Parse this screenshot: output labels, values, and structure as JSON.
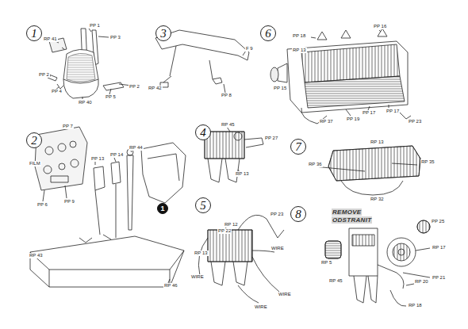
{
  "diagram": {
    "nodes": [
      {
        "text": [
          "1"
        ]
      },
      {
        "text": [
          "3"
        ]
      },
      {
        "text": [
          "6"
        ]
      },
      {
        "text": [
          "2"
        ]
      },
      {
        "text": [
          "4"
        ]
      },
      {
        "text": [
          "7"
        ]
      },
      {
        "text": [
          "5"
        ]
      },
      {
        "text": [
          "8"
        ]
      },
      {
        "text": [
          "1"
        ]
      }
    ],
    "labels": [
      "RP 41",
      "PP 1",
      "PP 3",
      "PP 2",
      "PP 4",
      "RP 40",
      "PP 5",
      "PP 2",
      "PP 7",
      "FILM",
      "PP 6",
      "PP 9",
      "PP 13",
      "PP 14",
      "RP 44",
      "RP 43",
      "RP 46",
      "F 9",
      "RP 42",
      "PP 8",
      "RP 45",
      "PP 27",
      "RP 13",
      "RP 12",
      "PP 23",
      "PP 22",
      "RP 13",
      "WIRE",
      "WIRE",
      "WIRE",
      "WIRE",
      "PP 18",
      "PP 16",
      "RP 13",
      "PP 15",
      "RP 37",
      "PP 19",
      "PP 17",
      "PP 17",
      "PP 23",
      "RP 13",
      "RP 36",
      "RP 35",
      "RP 32",
      "REMOVE",
      "ODSTRANIT",
      "PP 25",
      "RP 17",
      "RP 5",
      "RP 45",
      "PP 21",
      "RP 20",
      "RP 18"
    ]
  }
}
